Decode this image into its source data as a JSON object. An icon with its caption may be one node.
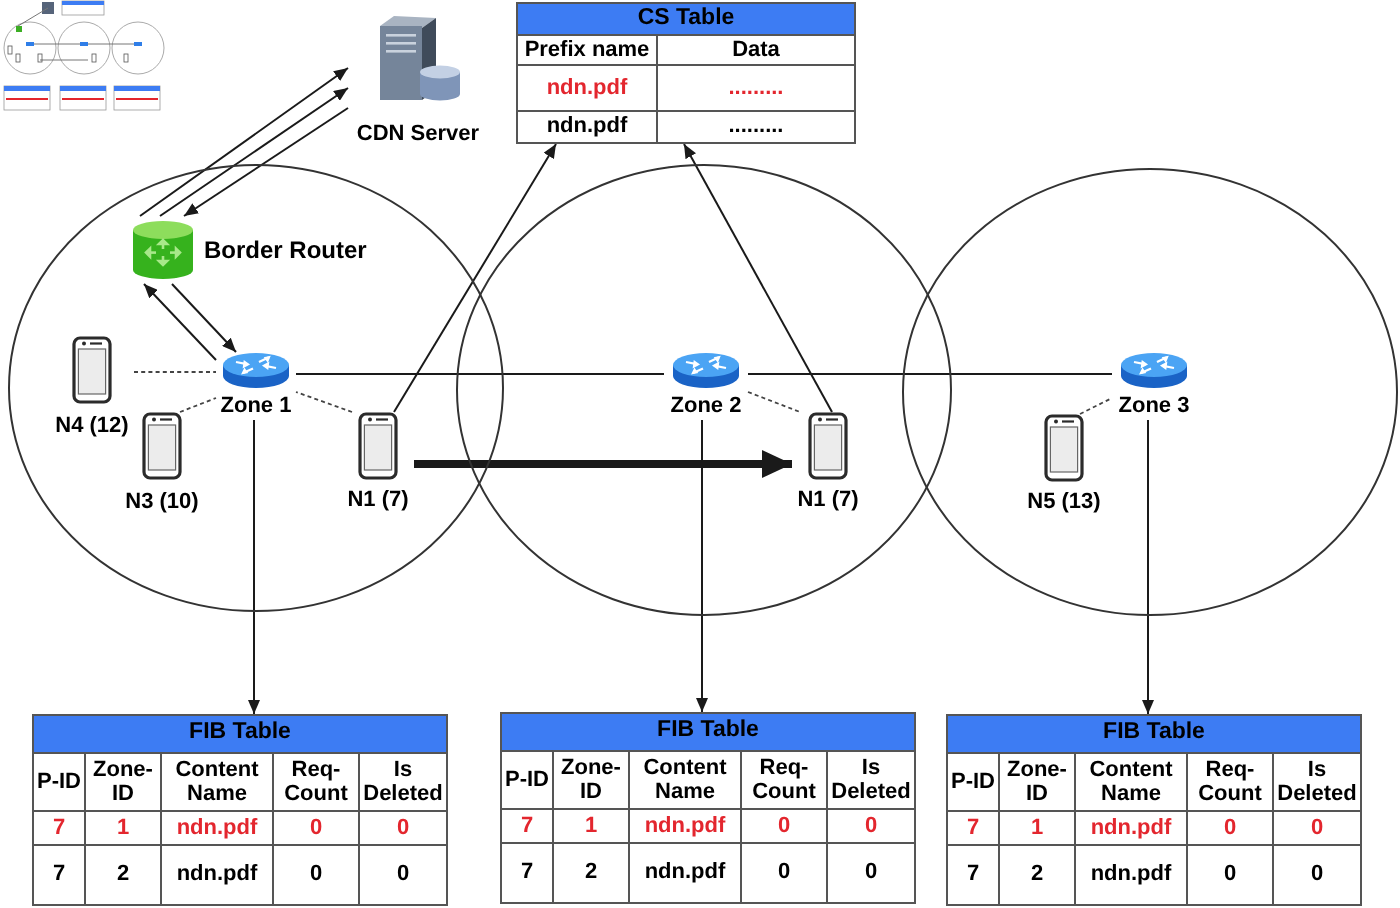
{
  "diagram": {
    "nodes": [
      {
        "text": [
          "CDN Server"
        ]
      },
      {
        "text": [
          "CS Table",
          "Prefix name",
          "Data",
          "ndn.pdf",
          ".........",
          "ndn.pdf",
          "........."
        ]
      },
      {
        "text": [],
        "shape": "circle"
      },
      {
        "text": [
          "Border Router"
        ],
        "in": 2
      },
      {
        "text": [
          "N4 (12)"
        ],
        "in": 2
      },
      {
        "text": [
          "Zone 1"
        ],
        "in": 2
      },
      {
        "text": [
          "N3 (10)"
        ],
        "in": 2
      },
      {
        "text": [
          "N1 (7)"
        ],
        "in": 2
      },
      {
        "text": [],
        "shape": "circle"
      },
      {
        "text": [
          "Zone 2"
        ],
        "in": 8
      },
      {
        "text": [
          "N1 (7)"
        ],
        "in": 8
      },
      {
        "text": [],
        "shape": "circle"
      },
      {
        "text": [
          "Zone 3"
        ],
        "in": 11
      },
      {
        "text": [
          "N5 (13)"
        ],
        "in": 11
      },
      {
        "text": [
          "FIB Table",
          "P-ID",
          "Zone-ID",
          "Content Name",
          "Req-Count",
          "Is Deleted",
          "7",
          "1",
          "ndn.pdf",
          "0",
          "0",
          "7",
          "2",
          "ndn.pdf",
          "0",
          "0"
        ]
      },
      {
        "text": [
          "FIB Table",
          "P-ID",
          "Zone-ID",
          "Content Name",
          "Req-Count",
          "Is Deleted",
          "7",
          "1",
          "ndn.pdf",
          "0",
          "0",
          "7",
          "2",
          "ndn.pdf",
          "0",
          "0"
        ]
      },
      {
        "text": [
          "FIB Table",
          "P-ID",
          "Zone-ID",
          "Content Name",
          "Req-Count",
          "Is Deleted",
          "7",
          "1",
          "ndn.pdf",
          "0",
          "0",
          "7",
          "2",
          "ndn.pdf",
          "0",
          "0"
        ]
      }
    ],
    "edges": [
      {
        "from": 3,
        "to": 0,
        "arrow": "to"
      },
      {
        "from": 3,
        "to": 0,
        "arrow": "to"
      },
      {
        "from": 0,
        "to": 3,
        "arrow": "to"
      },
      {
        "from": 5,
        "to": 3,
        "arrow": "to"
      },
      {
        "from": 3,
        "to": 5,
        "arrow": "to"
      },
      {
        "from": 5,
        "to": 9,
        "arrow": "none"
      },
      {
        "from": 9,
        "to": 12,
        "arrow": "none"
      },
      {
        "from": 4,
        "to": 5,
        "arrow": "none",
        "style": "dashed"
      },
      {
        "from": 6,
        "to": 5,
        "arrow": "none",
        "style": "dashed"
      },
      {
        "from": 7,
        "to": 5,
        "arrow": "none",
        "style": "dashed"
      },
      {
        "from": 9,
        "to": 10,
        "arrow": "none",
        "style": "dashed"
      },
      {
        "from": 13,
        "to": 12,
        "arrow": "none",
        "style": "dashed"
      },
      {
        "from": 7,
        "to": 1,
        "arrow": "to"
      },
      {
        "from": 10,
        "to": 1,
        "arrow": "to"
      },
      {
        "from": 7,
        "to": 10,
        "arrow": "to",
        "style": "thick"
      },
      {
        "from": 5,
        "to": 14,
        "arrow": "to"
      },
      {
        "from": 9,
        "to": 15,
        "arrow": "to"
      },
      {
        "from": 12,
        "to": 16,
        "arrow": "to"
      }
    ]
  }
}
